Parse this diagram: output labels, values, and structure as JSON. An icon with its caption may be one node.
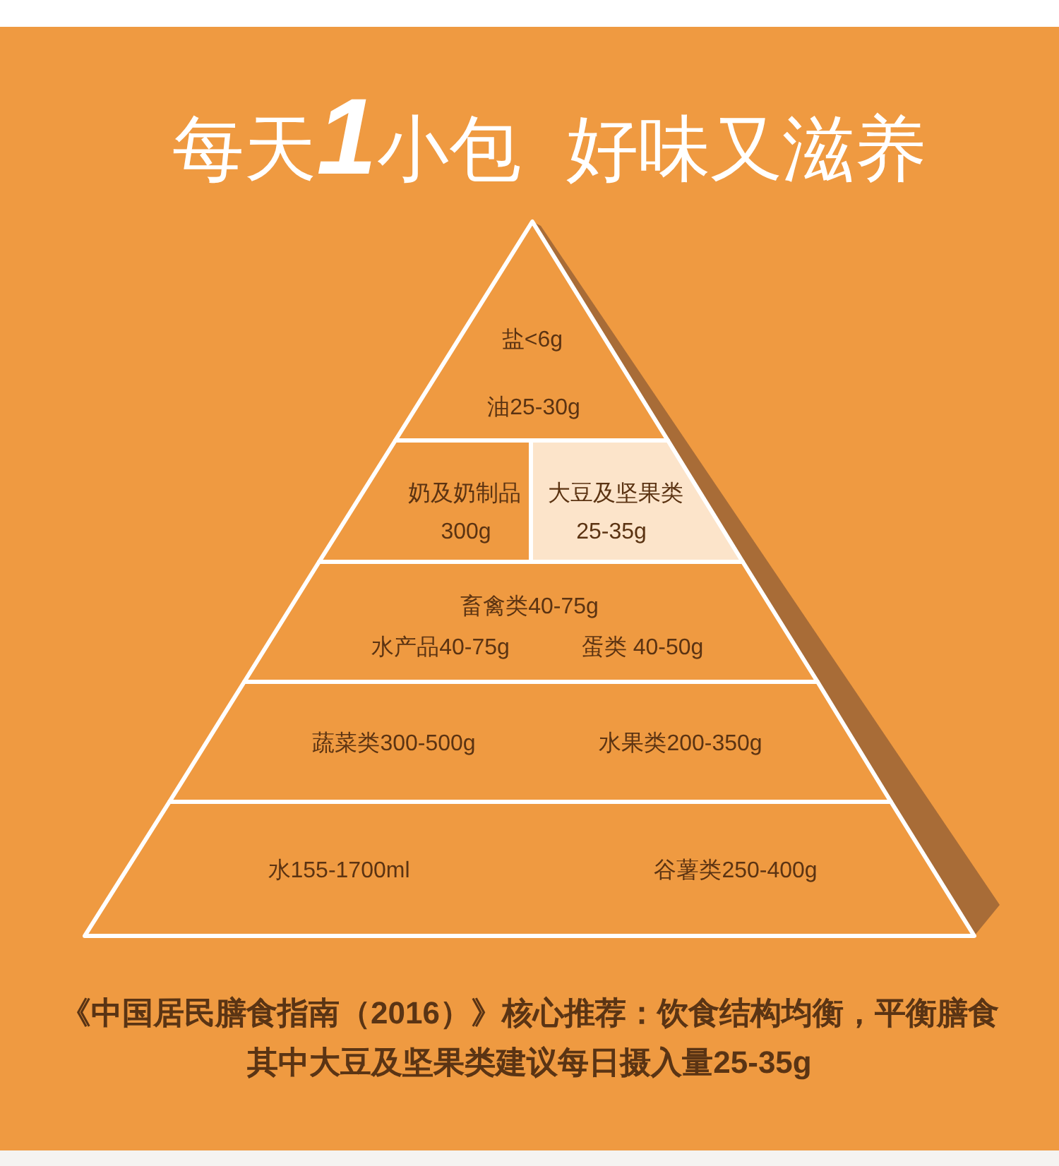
{
  "diagram": {
    "title": "每天**1**小包 好味又滋养",
    "caption": "《中国居民膳食指南（2016）》核心推荐：饮食结构均衡，平衡膳食其中大豆及坚果类建议每日摄入量25-35g",
    "nodes": [
      {
        "text": [
          "盐<6g",
          "油25-30g"
        ]
      },
      {
        "text": [
          "奶及奶制品",
          "300g"
        ]
      },
      {
        "text": [
          "大豆及坚果类",
          "25-35g"
        ]
      },
      {
        "text": [
          "畜禽类40-75g",
          "水产品40-75g",
          "蛋类 40-50g"
        ]
      },
      {
        "text": [
          "蔬菜类300-500g",
          "水果类200-350g"
        ]
      },
      {
        "text": [
          "水155-1700ml",
          "谷薯类250-400g"
        ]
      }
    ]
  }
}
